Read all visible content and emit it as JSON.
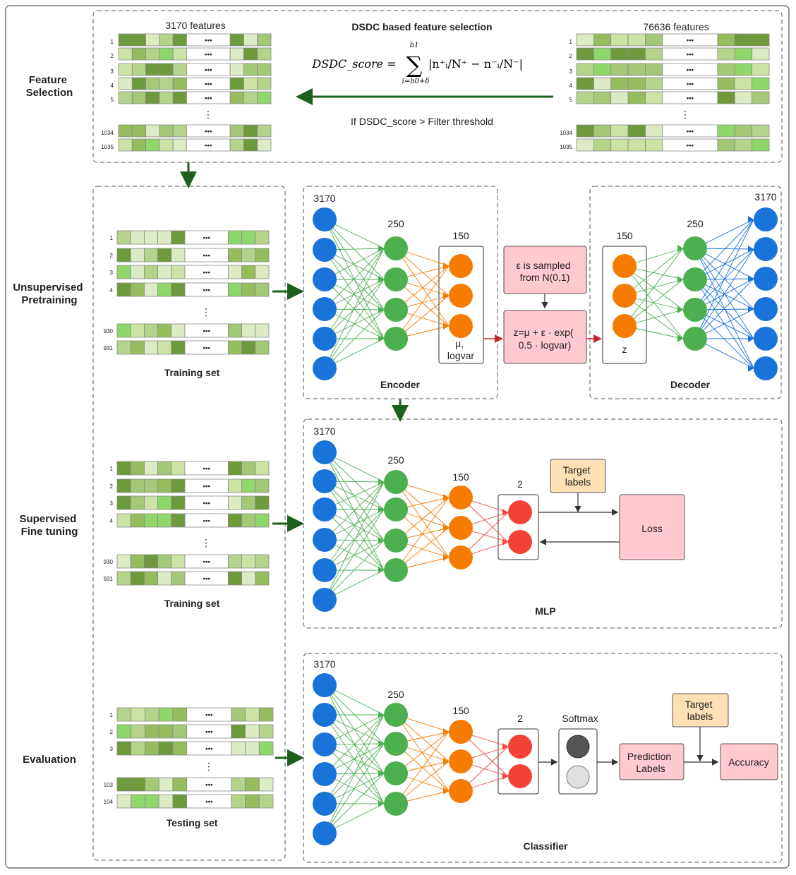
{
  "stages": {
    "feature_selection": [
      "Feature",
      "Selection"
    ],
    "pretraining": [
      "Unsupervised",
      "Pretraining"
    ],
    "fine_tuning": [
      "Supervised",
      "Fine tuning"
    ],
    "evaluation": [
      "Evaluation"
    ]
  },
  "feature_selection": {
    "left_caption": "3170 features",
    "right_caption": "76636 features",
    "method_title": "DSDC based feature selection",
    "formula": {
      "lhs": "DSDC_score =",
      "sum_top": "b1",
      "sum_bottom": "i=b0+δ",
      "body": "|n⁺ᵢ/N⁺ − n⁻ᵢ/N⁻|"
    },
    "condition": "If DSDC_score > Filter threshold",
    "row_labels": [
      "1",
      "2",
      "3",
      "4",
      "5",
      "1034",
      "1035"
    ],
    "ellipsis": "•••",
    "vdots": "⋮"
  },
  "datasets": {
    "training": {
      "title": "Training set",
      "row_labels": [
        "1",
        "2",
        "3",
        "4",
        "930",
        "931"
      ]
    },
    "testing": {
      "title": "Testing set",
      "row_labels": [
        "1",
        "2",
        "3",
        "103",
        "104"
      ]
    }
  },
  "pretraining": {
    "encoder_title": "Encoder",
    "decoder_title": "Decoder",
    "layer_counts": [
      "3170",
      "250",
      "150"
    ],
    "decoder_counts": [
      "150",
      "250",
      "3170"
    ],
    "latent_box": [
      "μ,",
      "logvar"
    ],
    "z_box": "z",
    "epsilon_box": [
      "ε is sampled",
      "from N(0,1)"
    ],
    "reparam_box": [
      "z=μ + ε · exp(",
      "0.5 · logvar)"
    ]
  },
  "fine_tuning": {
    "title": "MLP",
    "layer_counts": [
      "3170",
      "250",
      "150",
      "2"
    ],
    "target_box": [
      "Target",
      "labels"
    ],
    "loss_box": "Loss"
  },
  "evaluation_block": {
    "title": "Classifier",
    "layer_counts": [
      "3170",
      "250",
      "150",
      "2"
    ],
    "softmax_label": "Softmax",
    "prediction_box": [
      "Prediction",
      "Labels"
    ],
    "target_box": [
      "Target",
      "labels"
    ],
    "accuracy_box": "Accuracy"
  },
  "colors": {
    "input_node": "#1a73d8",
    "hidden_node": "#4caf50",
    "latent_node": "#f57c00",
    "output_node": "#f44336",
    "pink_box": "#ffc9d0",
    "target_box": "#fde0b5",
    "arrow_green": "#1e5f1e",
    "arrow_red": "#c62828"
  }
}
